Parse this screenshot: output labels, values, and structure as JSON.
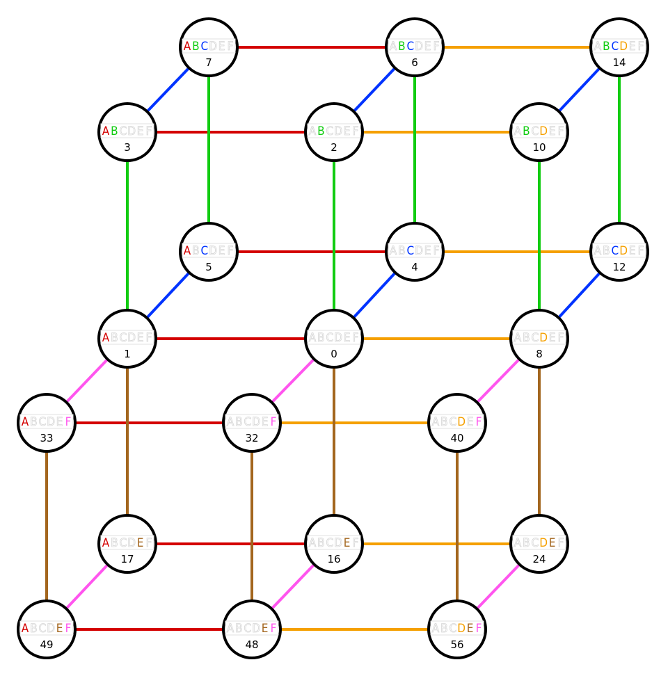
{
  "letters": [
    "A",
    "B",
    "C",
    "D",
    "E",
    "F"
  ],
  "colors": {
    "A": "#d40000",
    "B": "#11cc11",
    "C": "#0033ff",
    "D": "#f5a000",
    "E": "#a3661e",
    "F": "#ff55ee",
    "inactive": "#d6d6d6"
  },
  "nodes": [
    {
      "id": "7",
      "label": "7"
    },
    {
      "id": "6",
      "label": "6"
    },
    {
      "id": "14",
      "label": "14"
    },
    {
      "id": "3",
      "label": "3"
    },
    {
      "id": "2",
      "label": "2"
    },
    {
      "id": "10",
      "label": "10"
    },
    {
      "id": "5",
      "label": "5"
    },
    {
      "id": "4",
      "label": "4"
    },
    {
      "id": "12",
      "label": "12"
    },
    {
      "id": "1",
      "label": "1"
    },
    {
      "id": "0",
      "label": "0"
    },
    {
      "id": "8",
      "label": "8"
    },
    {
      "id": "33",
      "label": "33"
    },
    {
      "id": "32",
      "label": "32"
    },
    {
      "id": "40",
      "label": "40"
    },
    {
      "id": "17",
      "label": "17"
    },
    {
      "id": "16",
      "label": "16"
    },
    {
      "id": "24",
      "label": "24"
    },
    {
      "id": "49",
      "label": "49"
    },
    {
      "id": "48",
      "label": "48"
    },
    {
      "id": "56",
      "label": "56"
    }
  ],
  "edges": [
    [
      "7",
      "6"
    ],
    [
      "3",
      "2"
    ],
    [
      "5",
      "4"
    ],
    [
      "1",
      "0"
    ],
    [
      "33",
      "32"
    ],
    [
      "17",
      "16"
    ],
    [
      "49",
      "48"
    ],
    [
      "6",
      "14"
    ],
    [
      "2",
      "10"
    ],
    [
      "4",
      "12"
    ],
    [
      "0",
      "8"
    ],
    [
      "32",
      "40"
    ],
    [
      "16",
      "24"
    ],
    [
      "48",
      "56"
    ],
    [
      "7",
      "3"
    ],
    [
      "6",
      "2"
    ],
    [
      "14",
      "10"
    ],
    [
      "5",
      "1"
    ],
    [
      "4",
      "0"
    ],
    [
      "12",
      "8"
    ],
    [
      "7",
      "5"
    ],
    [
      "6",
      "4"
    ],
    [
      "14",
      "12"
    ],
    [
      "3",
      "1"
    ],
    [
      "2",
      "0"
    ],
    [
      "10",
      "8"
    ],
    [
      "1",
      "33"
    ],
    [
      "0",
      "32"
    ],
    [
      "8",
      "40"
    ],
    [
      "17",
      "49"
    ],
    [
      "16",
      "48"
    ],
    [
      "24",
      "56"
    ],
    [
      "1",
      "17"
    ],
    [
      "0",
      "16"
    ],
    [
      "8",
      "24"
    ],
    [
      "33",
      "49"
    ],
    [
      "32",
      "48"
    ],
    [
      "40",
      "56"
    ]
  ]
}
